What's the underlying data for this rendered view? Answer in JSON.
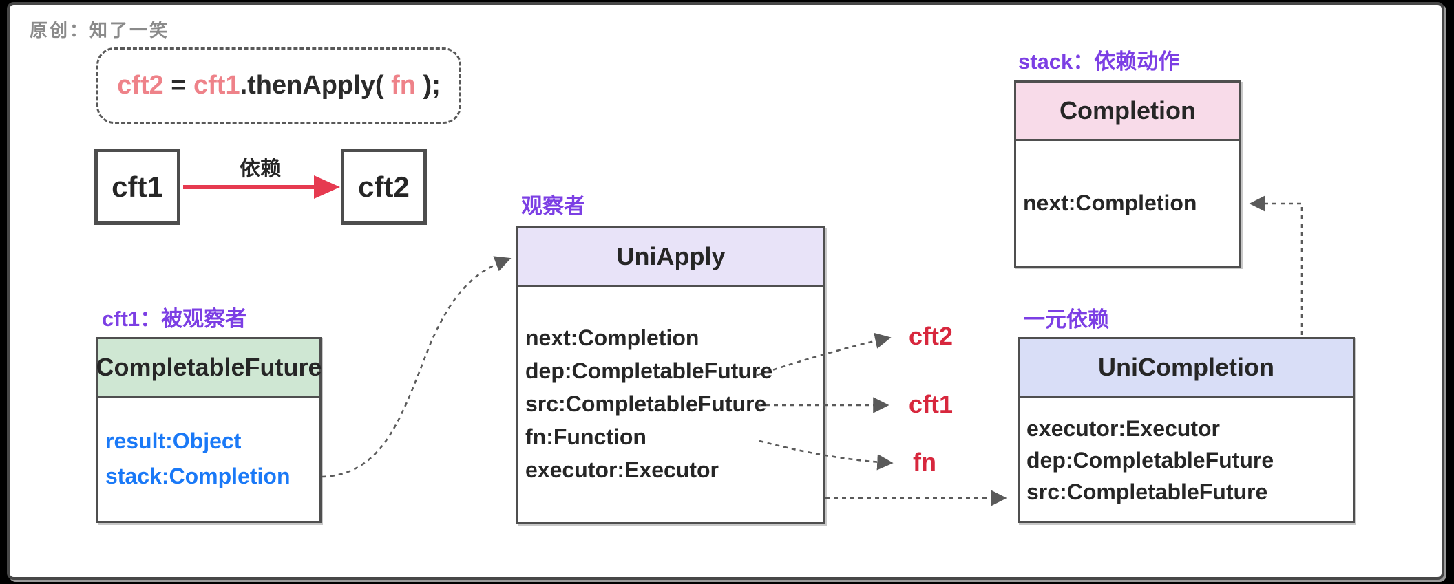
{
  "watermark": "原创：知了一笑",
  "code_box": {
    "lhs": "cft2",
    "assign": " = ",
    "receiver": "cft1",
    "method": ".thenApply(",
    "arg": " fn",
    "tail": " );"
  },
  "flow": {
    "source_box": "cft1",
    "target_box": "cft2",
    "arrow_label": "依赖"
  },
  "section_labels": {
    "observed": "cft1：被观察者",
    "observer": "观察者",
    "stack": "stack：依赖动作",
    "unary_dependency": "一元依赖"
  },
  "tables": {
    "completable_future": {
      "title": "CompletableFuture",
      "fields": [
        "result:Object",
        "stack:Completion"
      ]
    },
    "uni_apply": {
      "title": "UniApply",
      "fields": [
        "next:Completion",
        "dep:CompletableFuture",
        "src:CompletableFuture",
        "fn:Function",
        "executor:Executor"
      ]
    },
    "completion": {
      "title": "Completion",
      "fields": [
        "next:Completion"
      ]
    },
    "uni_completion": {
      "title": "UniCompletion",
      "fields": [
        "executor:Executor",
        "dep:CompletableFuture",
        "src:CompletableFuture"
      ]
    }
  },
  "ref_labels": {
    "cft2": "cft2",
    "cft1": "cft1",
    "fn": "fn"
  },
  "colors": {
    "accent_purple": "#7c3fe4",
    "field_blue": "#1a79f7",
    "ref_red": "#d7273d",
    "arrow_red": "#e63a50",
    "code_salmon": "#ee8289",
    "header_green": "#cfe7d3",
    "header_purple": "#e8e3f8",
    "header_pink": "#f8dbe9",
    "header_blue": "#d9def7",
    "text_dark": "#262626",
    "watermark_gray": "#8a8a8a",
    "connector_gray": "#5a5a5a"
  }
}
